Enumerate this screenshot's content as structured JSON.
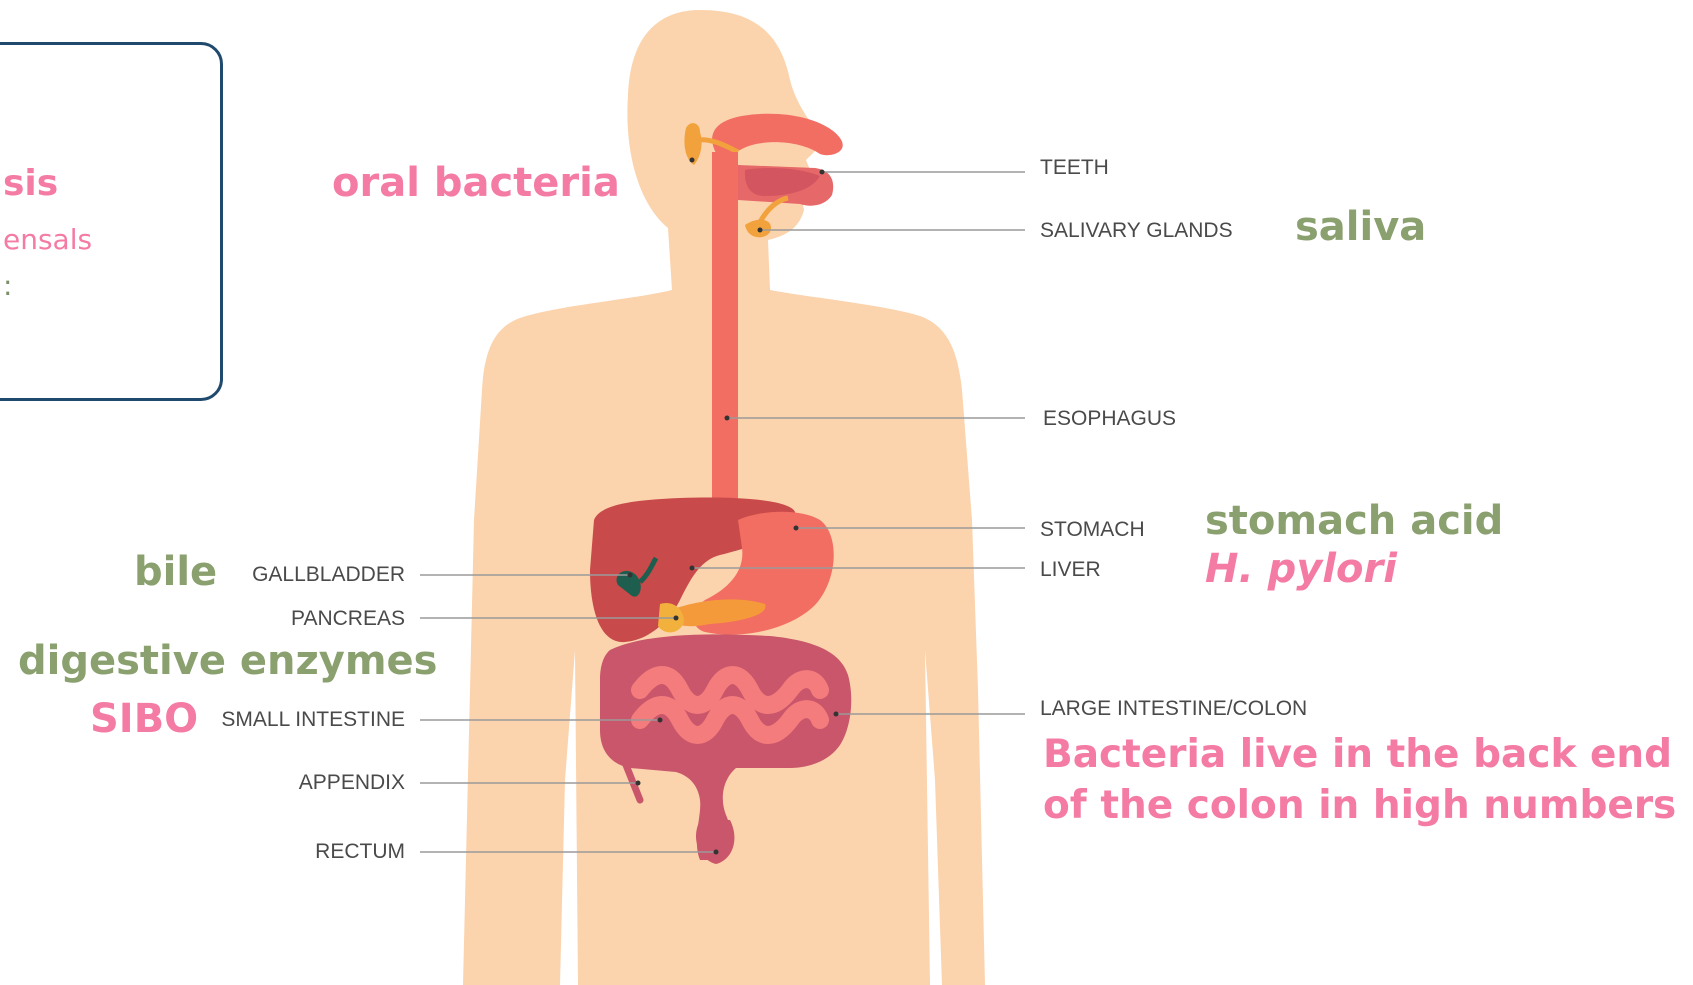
{
  "colors": {
    "pink_accent": "#f47ba3",
    "green_accent": "#8aa06e",
    "panel_border": "#1f4a6e",
    "skin": "#fbd3ad"
  },
  "side_panel": {
    "line1": "sis",
    "line2": "ensals",
    "line3": ":"
  },
  "organ_labels": {
    "teeth": "TEETH",
    "salivary_glands": "SALIVARY GLANDS",
    "esophagus": "ESOPHAGUS",
    "stomach": "STOMACH",
    "liver": "LIVER",
    "large_intestine": "LARGE INTESTINE/COLON",
    "gallbladder": "GALLBLADDER",
    "pancreas": "PANCREAS",
    "small_intestine": "SMALL INTESTINE",
    "appendix": "APPENDIX",
    "rectum": "RECTUM"
  },
  "annotations": {
    "oral_bacteria": "oral bacteria",
    "saliva": "saliva",
    "stomach_acid": "stomach acid",
    "h_pylori": "H. pylori",
    "bile": "bile",
    "digestive_enzymes": "digestive enzymes",
    "sibo": "SIBO",
    "colon_line1": "Bacteria live in the back end",
    "colon_line2": "of the colon in high numbers"
  }
}
